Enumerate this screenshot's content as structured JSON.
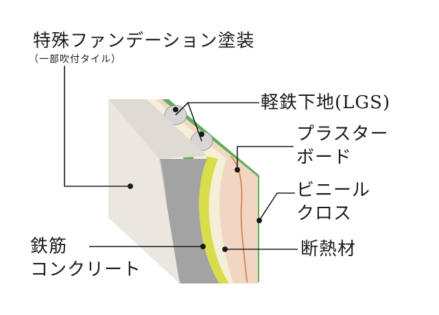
{
  "labels": {
    "paint_title": "特殊ファンデーション塗装",
    "paint_note": "（一部吹付タイル）",
    "lgs": "軽鉄下地(LGS)",
    "plaster_line1": "プラスター",
    "plaster_line2": "ボード",
    "vinyl_line1": "ビニール",
    "vinyl_line2": "クロス",
    "insulation": "断熱材",
    "concrete_line1": "鉄筋",
    "concrete_line2": "コンクリート"
  },
  "colors": {
    "paint_face": "#ebe7e0",
    "concrete": "#a3a3a3",
    "insulation_yellow": "#d8de4a",
    "plaster": "#f2d6c4",
    "vinyl_green": "#5fae5a",
    "leader": "#1a1a1a"
  }
}
